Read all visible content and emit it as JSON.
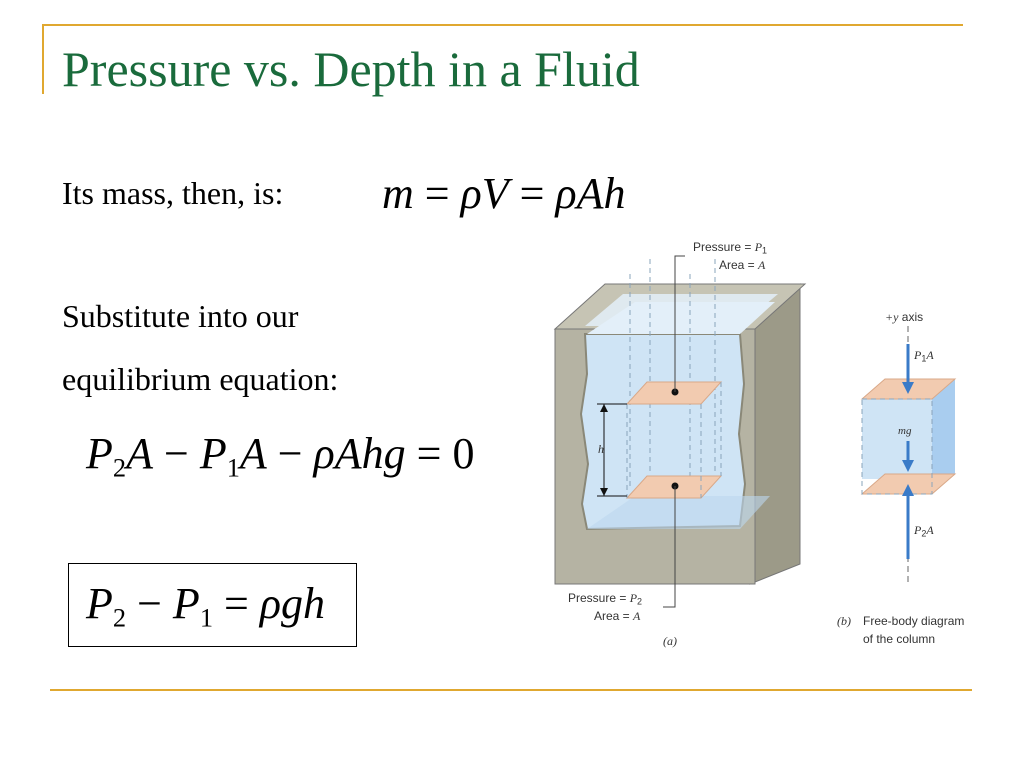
{
  "slide": {
    "title": "Pressure vs. Depth in a Fluid",
    "line1": "Its mass, then, is:",
    "line2": "Substitute into our",
    "line3": "equilibrium equation:"
  },
  "equations": {
    "mass": {
      "m": "m",
      "eq": " = ",
      "rho1": "ρ",
      "V": "V",
      "eq2": " = ",
      "rho2": "ρ",
      "Ah": "Ah"
    },
    "equilibrium": {
      "P2": "P",
      "sub2": "2",
      "A1": "A",
      "minus1": " − ",
      "P1": "P",
      "sub1": "1",
      "A2": "A",
      "minus2": " − ",
      "rho": "ρ",
      "Ahg": "Ahg",
      "eq": " = ",
      "zero": "0"
    },
    "result": {
      "P2": "P",
      "sub2": "2",
      "minus": " − ",
      "P1": "P",
      "sub1": "1",
      "eq": " = ",
      "rho": "ρ",
      "gh": "gh"
    }
  },
  "figure": {
    "top_pressure_label": "Pressure =",
    "top_pressure_var": "P",
    "top_pressure_sub": "1",
    "top_area_label": "Area =",
    "top_area_var": "A",
    "bottom_pressure_label": "Pressure =",
    "bottom_pressure_var": "P",
    "bottom_pressure_sub": "2",
    "bottom_area_label": "Area =",
    "bottom_area_var": "A",
    "height_var": "h",
    "caption_a": "(a)",
    "fbd_axis_var": "+y",
    "fbd_axis_label": " axis",
    "fbd_top_force_var": "P",
    "fbd_top_force_sub": "1",
    "fbd_top_force_var2": "A",
    "fbd_weight": "mg",
    "fbd_bottom_force_var": "P",
    "fbd_bottom_force_sub": "2",
    "fbd_bottom_force_var2": "A",
    "caption_b_letter": "(b)",
    "caption_b_line1": "Free-body diagram",
    "caption_b_line2": "of the column"
  },
  "colors": {
    "title": "#1a6b3c",
    "frame": "#e0a830",
    "water": "#cfe4f5",
    "container": "#b5b3a3",
    "slab": "#f2cbb0",
    "arrow": "#3a7bc8"
  }
}
